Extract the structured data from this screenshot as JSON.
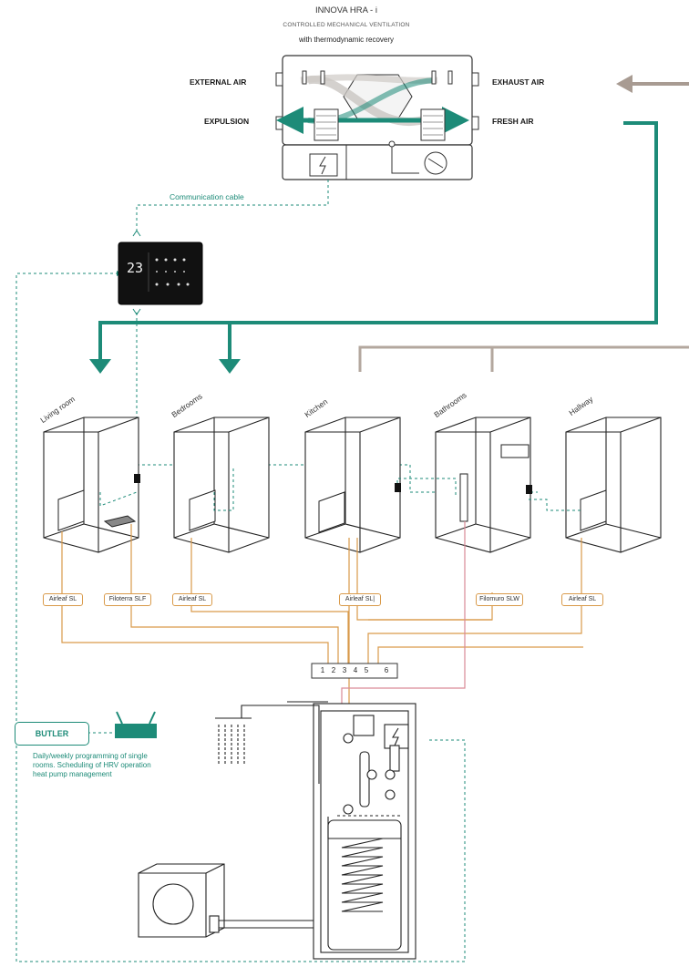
{
  "header": {
    "title": "INNOVA HRA - i",
    "subtitle": "CONTROLLED MECHANICAL VENTILATION",
    "recovery": "with thermodynamic recovery"
  },
  "hrv_unit": {
    "external_air": "EXTERNAL AIR",
    "exhaust_air": "EXHAUST AIR",
    "expulsion": "EXPULSION",
    "fresh_air": "FRESH AIR"
  },
  "communication_cable": "Communication cable",
  "thermostat_display": "23",
  "rooms": [
    "Living room",
    "Bedrooms",
    "Kitchen",
    "Bathrooms",
    "Hallway"
  ],
  "terminals": [
    "Airleaf SL",
    "Filoterra SLF",
    "Airleaf SL",
    "Airleaf SL|",
    "Filomuro SLW",
    "Airleaf SL"
  ],
  "manifold": [
    "1",
    "2",
    "3",
    "4",
    "5",
    "6"
  ],
  "butler": {
    "label": "BUTLER",
    "description": "Daily/weekly programming of single rooms. Scheduling of HRV operation heat pump management"
  },
  "colors": {
    "teal": "#1d8b78",
    "grey_duct": "#a89b92",
    "orange_pipe": "#d99a4a",
    "pink_pipe": "#d98a97"
  }
}
